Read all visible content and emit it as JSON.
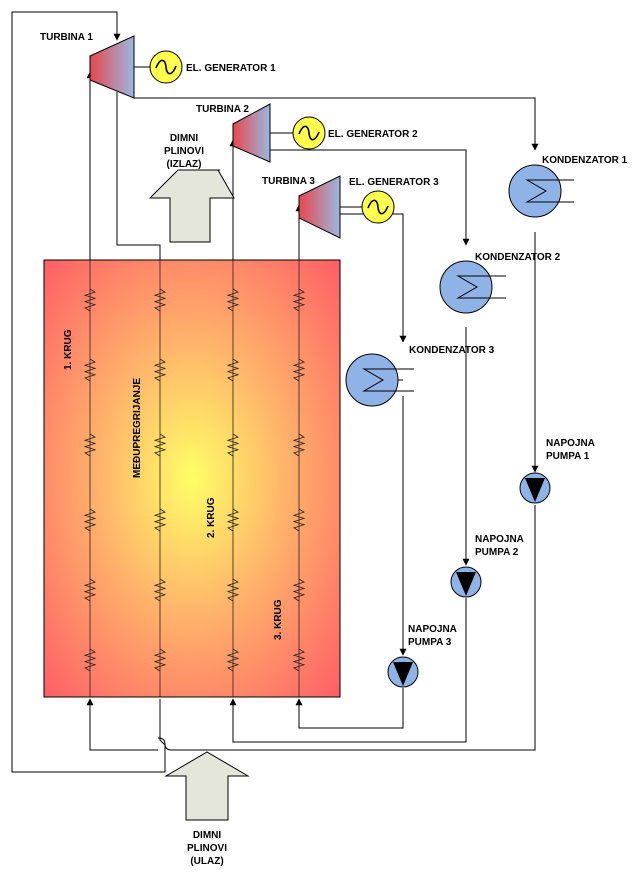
{
  "turbines": [
    {
      "label": "TURBINA 1"
    },
    {
      "label": "TURBINA 2"
    },
    {
      "label": "TURBINA 3"
    }
  ],
  "generators": [
    {
      "label": "EL. GENERATOR 1"
    },
    {
      "label": "EL. GENERATOR 2"
    },
    {
      "label": "EL. GENERATOR 3"
    }
  ],
  "condensers": [
    {
      "label": "KONDENZATOR 1"
    },
    {
      "label": "KONDENZATOR 2"
    },
    {
      "label": "KONDENZATOR 3"
    }
  ],
  "pumps": [
    {
      "line1": "NAPOJNA",
      "line2": "PUMPA 1"
    },
    {
      "line1": "NAPOJNA",
      "line2": "PUMPA 2"
    },
    {
      "line1": "NAPOJNA",
      "line2": "PUMPA 3"
    }
  ],
  "flue_out": {
    "line1": "DIMNI",
    "line2": "PLINOVI",
    "line3": "(IZLAZ)"
  },
  "flue_in": {
    "line1": "DIMNI",
    "line2": "PLINOVI",
    "line3": "(ULAZ)"
  },
  "circuits": {
    "krug1": "1. KRUG",
    "reheat": "MEĐUPREGRIJANJE",
    "krug2": "2. KRUG",
    "krug3": "3. KRUG"
  },
  "colors": {
    "boiler_center": "#ffff66",
    "boiler_edge": "#ff6666",
    "turbine_red": "#e8474f",
    "turbine_blue": "#9bb7df",
    "generator": "#ffff4d",
    "condenser": "#8fb3e6",
    "flue_arrow": "#e3e6d8"
  }
}
